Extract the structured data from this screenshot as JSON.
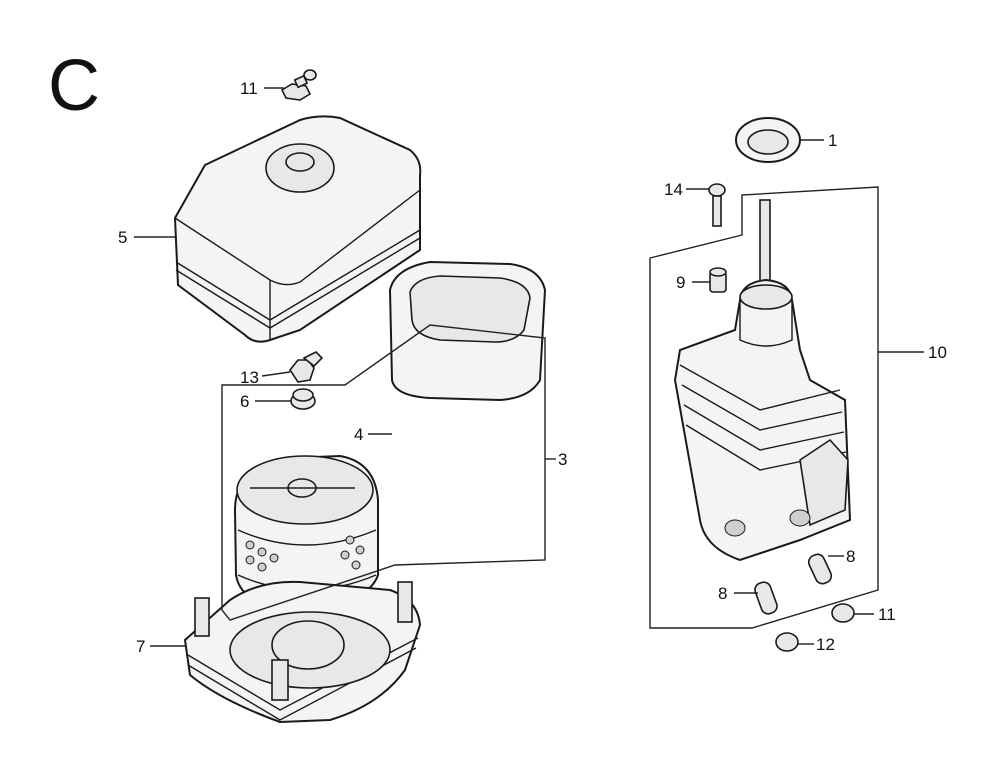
{
  "diagram": {
    "section_letter": "C",
    "callouts": [
      {
        "id": "c1",
        "label": "1"
      },
      {
        "id": "c3",
        "label": "3"
      },
      {
        "id": "c4",
        "label": "4"
      },
      {
        "id": "c5",
        "label": "5"
      },
      {
        "id": "c6",
        "label": "6"
      },
      {
        "id": "c7",
        "label": "7"
      },
      {
        "id": "c8a",
        "label": "8"
      },
      {
        "id": "c8b",
        "label": "8"
      },
      {
        "id": "c9",
        "label": "9"
      },
      {
        "id": "c10",
        "label": "10"
      },
      {
        "id": "c11a",
        "label": "11"
      },
      {
        "id": "c11b",
        "label": "11"
      },
      {
        "id": "c12",
        "label": "12"
      },
      {
        "id": "c13",
        "label": "13"
      },
      {
        "id": "c14",
        "label": "14"
      }
    ]
  }
}
